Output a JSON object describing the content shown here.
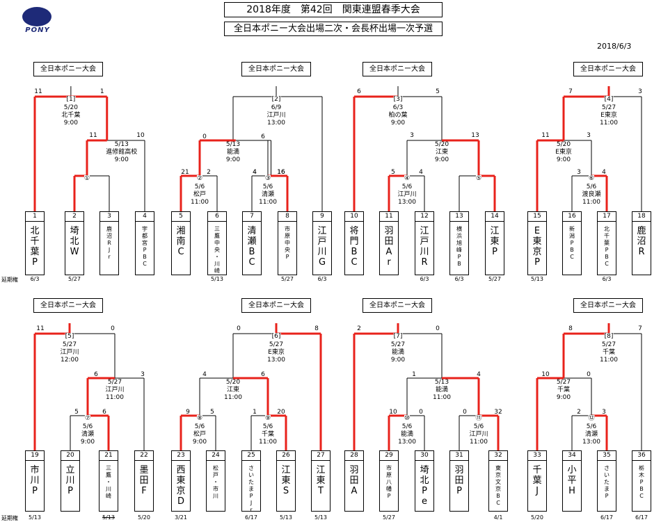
{
  "header": {
    "title": "2018年度　第42回　関東連盟春季大会",
    "subtitle": "全日本ポニー大会出場二次・会長杯出場一次予選",
    "date": "2018/6/3",
    "logo_text": "PONY",
    "enki_label": "延期権"
  },
  "colors": {
    "win": "#e8221b",
    "line": "#000000",
    "logo": "#1e2a78"
  },
  "brackets": [
    {
      "label": "全日本ポニー大会",
      "teams": [
        {
          "num": "1",
          "name": "北千葉P",
          "date": "6/3",
          "strike": false
        },
        {
          "num": "2",
          "name": "埼北W",
          "date": "5/27",
          "strike": false
        },
        {
          "num": "3",
          "name": "鹿沼RJr",
          "date": "",
          "strike": false
        },
        {
          "num": "4",
          "name": "宇都宮PBC",
          "date": "",
          "strike": false
        }
      ],
      "games": [
        {
          "tag": "[1]",
          "info": [
            "5/20",
            "北千葉",
            "9:00"
          ],
          "s1": "11",
          "s2": "1"
        },
        {
          "tag": "",
          "info": [
            "5/13",
            "進修館高校",
            "9:00"
          ],
          "s1": "11",
          "s2": "10"
        },
        {
          "tag": "①",
          "info": [],
          "s1": "",
          "s2": ""
        }
      ]
    },
    {
      "label": "全日本ポニー大会",
      "teams": [
        {
          "num": "5",
          "name": "湘南C",
          "date": "",
          "strike": false
        },
        {
          "num": "6",
          "name": "三鷹中央・川崎",
          "date": "5/13",
          "strike": false
        },
        {
          "num": "7",
          "name": "清瀬BC",
          "date": "",
          "strike": false
        },
        {
          "num": "8",
          "name": "市原中央P",
          "date": "5/27",
          "strike": false
        },
        {
          "num": "9",
          "name": "江戸川G",
          "date": "6/3",
          "strike": false
        }
      ],
      "games": [
        {
          "tag": "[2]",
          "info": [
            "6/9",
            "江戸川",
            "13:00"
          ],
          "s1": "0",
          "s2": "6"
        },
        {
          "tag": "",
          "info": [
            "5/13",
            "能満",
            "9:00"
          ],
          "s1": "4",
          "s2": "16"
        },
        {
          "tag": "②",
          "info": [
            "5/6",
            "松戸",
            "11:00"
          ],
          "s1": "21",
          "s2": "2"
        },
        {
          "tag": "③",
          "info": [
            "5/6",
            "清瀬",
            "11:00"
          ],
          "s1": "4",
          "s2": "16"
        }
      ]
    },
    {
      "label": "全日本ポニー大会",
      "teams": [
        {
          "num": "10",
          "name": "将門BC",
          "date": "",
          "strike": false
        },
        {
          "num": "11",
          "name": "羽田Ar",
          "date": "",
          "strike": false
        },
        {
          "num": "12",
          "name": "江戸川R",
          "date": "6/3",
          "strike": false
        },
        {
          "num": "13",
          "name": "横浜旭峰PB",
          "date": "6/3",
          "strike": false
        },
        {
          "num": "14",
          "name": "江東P",
          "date": "5/27",
          "strike": false
        }
      ],
      "games": [
        {
          "tag": "[3]",
          "info": [
            "6/3",
            "柏の葉",
            "9:00"
          ],
          "s1": "6",
          "s2": "5"
        },
        {
          "tag": "",
          "info": [
            "5/20",
            "江東",
            "9:00"
          ],
          "s1": "3",
          "s2": "13"
        },
        {
          "tag": "④",
          "info": [
            "5/6",
            "江戸川",
            "13:00"
          ],
          "s1": "5",
          "s2": "4"
        },
        {
          "tag": "⑤",
          "info": [],
          "s1": "",
          "s2": ""
        }
      ]
    },
    {
      "label": "全日本ポニー大会",
      "teams": [
        {
          "num": "15",
          "name": "E東京P",
          "date": "5/13",
          "strike": false
        },
        {
          "num": "16",
          "name": "新潟PBC",
          "date": "",
          "strike": false
        },
        {
          "num": "17",
          "name": "北千葉PBC",
          "date": "6/3",
          "strike": false
        },
        {
          "num": "18",
          "name": "鹿沼R",
          "date": "",
          "strike": false
        }
      ],
      "games": [
        {
          "tag": "[4]",
          "info": [
            "5/27",
            "E東京",
            "11:00"
          ],
          "s1": "7",
          "s2": "3"
        },
        {
          "tag": "",
          "info": [
            "5/20",
            "E東京",
            "9:00"
          ],
          "s1": "11",
          "s2": "3"
        },
        {
          "tag": "⑥",
          "info": [
            "5/6",
            "渡良瀬",
            "11:00"
          ],
          "s1": "3",
          "s2": "4"
        }
      ]
    },
    {
      "label": "全日本ポニー大会",
      "teams": [
        {
          "num": "19",
          "name": "市川P",
          "date": "5/13",
          "strike": false
        },
        {
          "num": "20",
          "name": "立川P",
          "date": "",
          "strike": false
        },
        {
          "num": "21",
          "name": "三鷹・川崎",
          "date": "5/13",
          "strike": true
        },
        {
          "num": "22",
          "name": "墨田F",
          "date": "5/20",
          "strike": false
        }
      ],
      "games": [
        {
          "tag": "[5]",
          "info": [
            "5/27",
            "江戸川",
            "12:00"
          ],
          "s1": "11",
          "s2": "0"
        },
        {
          "tag": "",
          "info": [
            "5/27",
            "江戸川",
            "11:00"
          ],
          "s1": "6",
          "s2": "3"
        },
        {
          "tag": "⑦",
          "info": [
            "5/6",
            "清瀬",
            "9:00"
          ],
          "s1": "5",
          "s2": "6"
        }
      ]
    },
    {
      "label": "全日本ポニー大会",
      "teams": [
        {
          "num": "23",
          "name": "西東京D",
          "date": "3/21",
          "strike": false
        },
        {
          "num": "24",
          "name": "松戸・市川",
          "date": "",
          "strike": false
        },
        {
          "num": "25",
          "name": "さいたまPJr",
          "date": "6/17",
          "strike": false
        },
        {
          "num": "26",
          "name": "江東S",
          "date": "5/13",
          "strike": false
        },
        {
          "num": "27",
          "name": "江東T",
          "date": "5/13",
          "strike": false
        }
      ],
      "games": [
        {
          "tag": "[6]",
          "info": [
            "5/27",
            "E東京",
            "13:00"
          ],
          "s1": "0",
          "s2": "8"
        },
        {
          "tag": "",
          "info": [
            "5/20",
            "江東",
            "11:00"
          ],
          "s1": "4",
          "s2": "6"
        },
        {
          "tag": "⑧",
          "info": [
            "5/6",
            "松戸",
            "9:00"
          ],
          "s1": "9",
          "s2": "5"
        },
        {
          "tag": "⑨",
          "info": [
            "5/6",
            "千葉",
            "11:00"
          ],
          "s1": "1",
          "s2": "20"
        }
      ]
    },
    {
      "label": "全日本ポニー大会",
      "teams": [
        {
          "num": "28",
          "name": "羽田A",
          "date": "",
          "strike": false
        },
        {
          "num": "29",
          "name": "市原八幡P",
          "date": "5/27",
          "strike": false
        },
        {
          "num": "30",
          "name": "埼北Pe",
          "date": "",
          "strike": false
        },
        {
          "num": "31",
          "name": "羽田P",
          "date": "",
          "strike": false
        },
        {
          "num": "32",
          "name": "東京文京BC",
          "date": "4/1",
          "strike": false
        }
      ],
      "games": [
        {
          "tag": "[7]",
          "info": [
            "5/27",
            "能満",
            "9:00"
          ],
          "s1": "2",
          "s2": "0"
        },
        {
          "tag": "",
          "info": [
            "5/13",
            "能満",
            "11:00"
          ],
          "s1": "1",
          "s2": "4"
        },
        {
          "tag": "⑩",
          "info": [
            "5/6",
            "能満",
            "13:00"
          ],
          "s1": "10",
          "s2": "0"
        },
        {
          "tag": "⑪",
          "info": [
            "5/6",
            "江戸川",
            "11:00"
          ],
          "s1": "0",
          "s2": "32"
        }
      ]
    },
    {
      "label": "全日本ポニー大会",
      "teams": [
        {
          "num": "33",
          "name": "千葉J",
          "date": "5/20",
          "strike": false
        },
        {
          "num": "34",
          "name": "小平H",
          "date": "",
          "strike": false
        },
        {
          "num": "35",
          "name": "さいたまP",
          "date": "6/17",
          "strike": false
        },
        {
          "num": "36",
          "name": "栃木PBC",
          "date": "6/17",
          "strike": false
        }
      ],
      "games": [
        {
          "tag": "[8]",
          "info": [
            "5/27",
            "千葉",
            "11:00"
          ],
          "s1": "8",
          "s2": "7"
        },
        {
          "tag": "",
          "info": [
            "5/27",
            "千葉",
            "9:00"
          ],
          "s1": "10",
          "s2": "0"
        },
        {
          "tag": "⑫",
          "info": [
            "5/6",
            "清瀬",
            "13:00"
          ],
          "s1": "2",
          "s2": "3"
        }
      ]
    }
  ]
}
